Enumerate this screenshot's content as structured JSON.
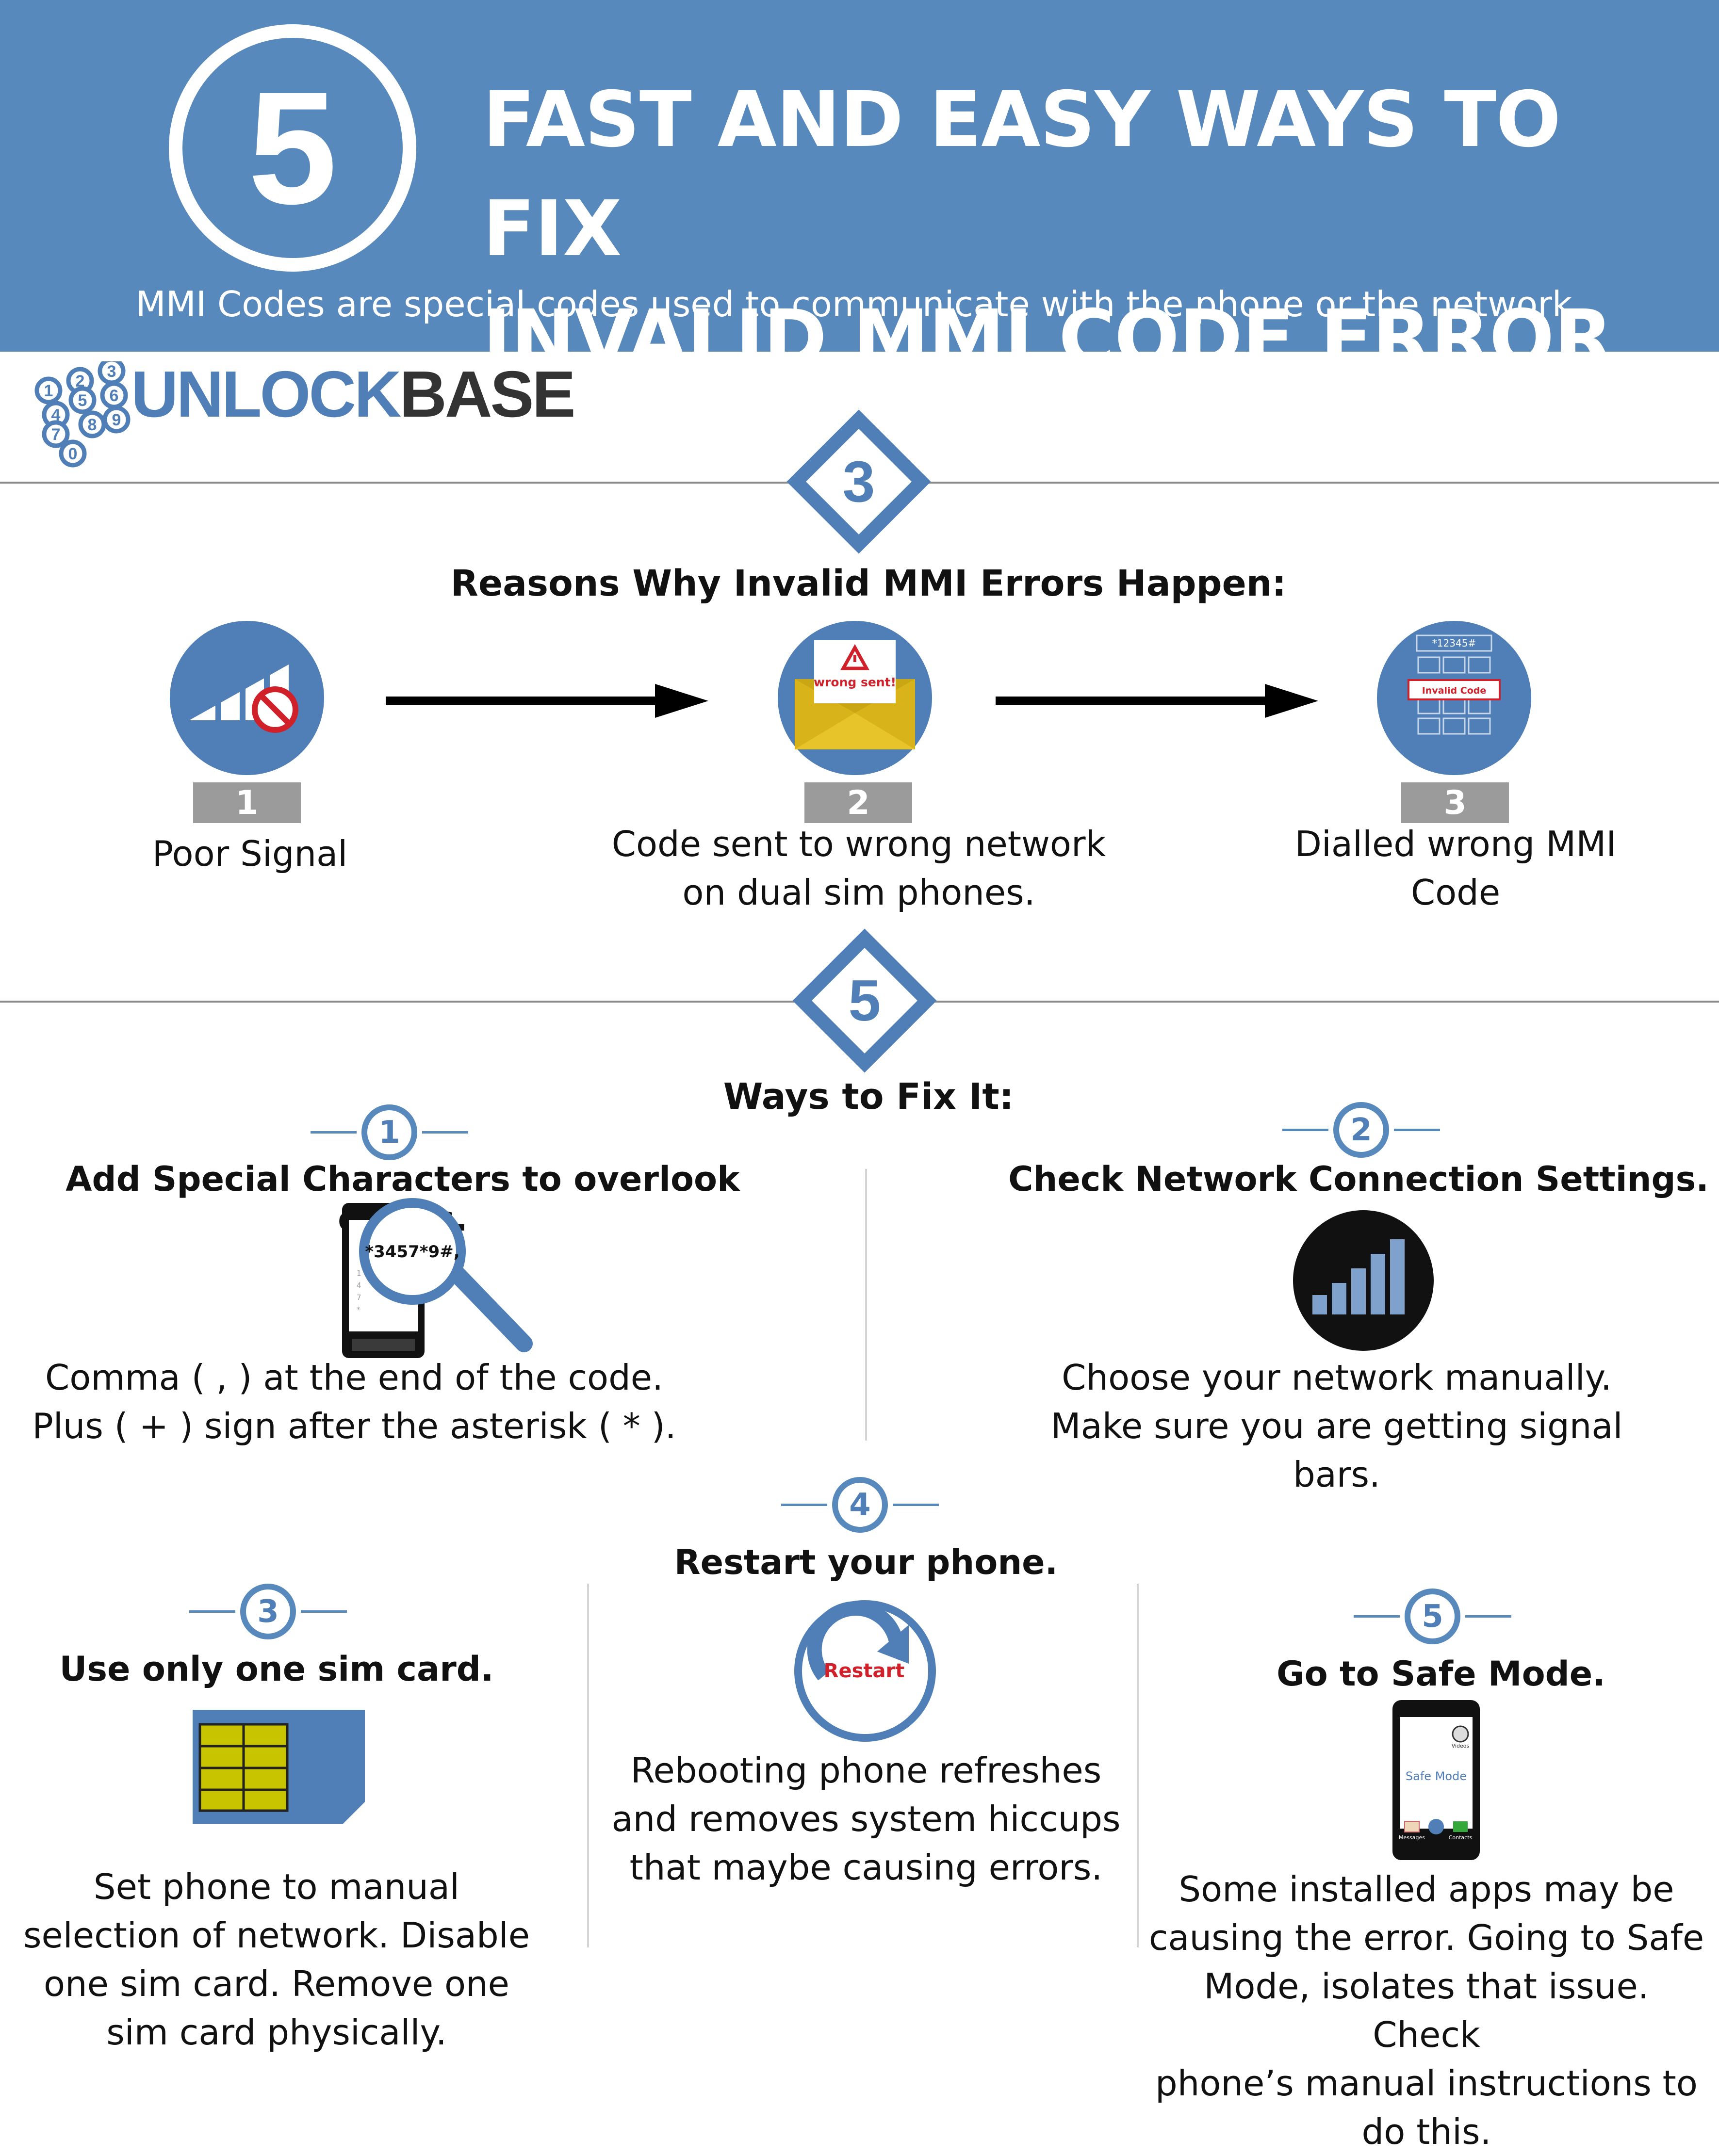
{
  "header": {
    "number": "5",
    "title_line1": "FAST AND EASY WAYS TO FIX",
    "title_line2": "INVALID MMI CODE ERROR",
    "subtitle": "MMI Codes are special codes used to communicate with the phone or the network."
  },
  "logo": {
    "text_part1": "UNLOCK",
    "text_part2": "BASE",
    "digits": [
      "1",
      "2",
      "3",
      "4",
      "5",
      "6",
      "7",
      "8",
      "9",
      "0"
    ]
  },
  "reasons": {
    "diamond_number": "3",
    "heading": "Reasons Why Invalid MMI Errors Happen:",
    "items": [
      {
        "num": "1",
        "line1": "Poor Signal",
        "line2": ""
      },
      {
        "num": "2",
        "line1": "Code sent to wrong network",
        "line2": "on dual sim phones.",
        "icon_label": "wrong sent!"
      },
      {
        "num": "3",
        "line1": "Dialled wrong MMI",
        "line2": "Code",
        "icon_code": "*12345#",
        "icon_label": "Invalid Code"
      }
    ]
  },
  "fixes": {
    "diamond_number": "5",
    "heading": "Ways to Fix It:",
    "items": [
      {
        "num": "1",
        "title": "Add Special Characters to overlook errors.",
        "icon_text": "*3457*9#,",
        "lines": [
          "Comma ( , ) at the end of the code.",
          "Plus ( + ) sign after the asterisk ( * )."
        ]
      },
      {
        "num": "2",
        "title": "Check Network Connection Settings.",
        "lines": [
          "Choose your network manually.",
          "Make sure you are getting signal bars."
        ]
      },
      {
        "num": "3",
        "title": "Use only one sim card.",
        "lines": [
          "Set phone to manual",
          "selection of network. Disable",
          "one sim card. Remove one",
          "sim card physically."
        ]
      },
      {
        "num": "4",
        "title": "Restart your phone.",
        "icon_text": "Restart",
        "lines": [
          "Rebooting phone refreshes",
          "and removes system hiccups",
          "that maybe causing errors."
        ]
      },
      {
        "num": "5",
        "title": "Go to Safe Mode.",
        "icon_text": "Safe Mode",
        "icon_labels": [
          "Videos",
          "Messages",
          "Contacts"
        ],
        "lines": [
          "Some installed apps may be",
          "causing the error. Going to Safe",
          "Mode, isolates that issue. Check",
          "phone’s manual instructions to",
          "do this."
        ]
      }
    ]
  },
  "colors": {
    "brand_blue": "#5889bd",
    "badge_gray": "#9b9b9b",
    "error_red": "#d0202a"
  }
}
